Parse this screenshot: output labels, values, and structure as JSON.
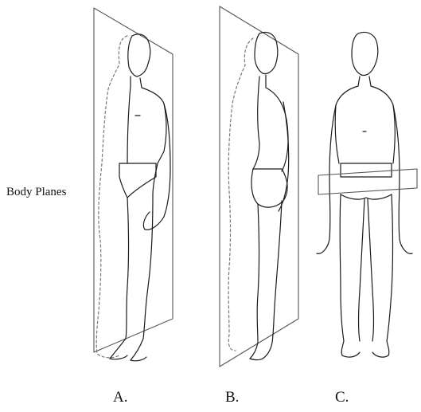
{
  "title": "Body Planes",
  "panels": [
    {
      "letter": "A."
    },
    {
      "letter": "B."
    },
    {
      "letter": "C."
    }
  ],
  "colors": {
    "ink": "#1a1a1a",
    "plane": "#555555",
    "dashed": "#777777",
    "background": "#ffffff"
  }
}
